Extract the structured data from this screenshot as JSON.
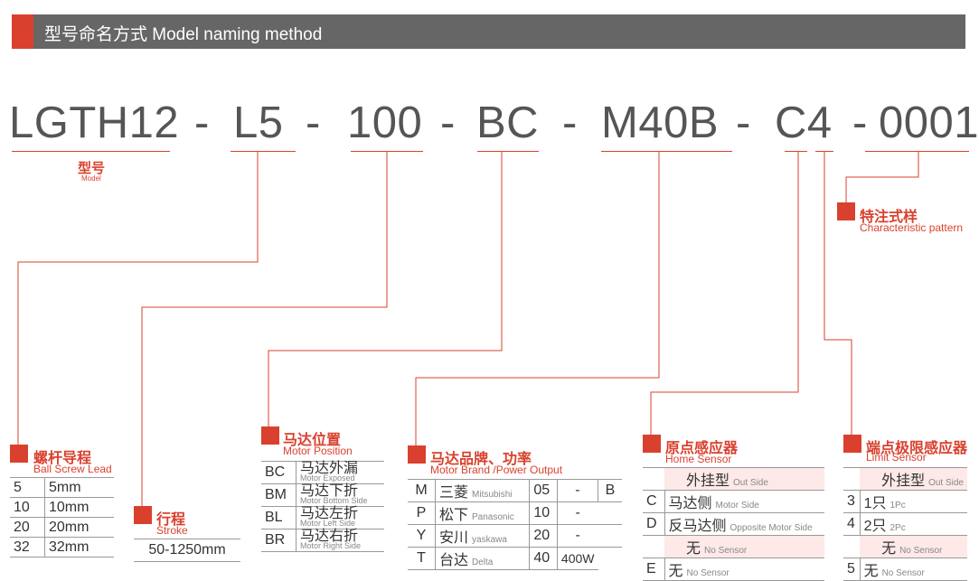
{
  "header": {
    "title": "型号命名方式  Model naming method"
  },
  "code": {
    "model": "LGTH12",
    "lead": "L5",
    "stroke": "100",
    "motor_position": "BC",
    "motor": "M40B",
    "sensor": "C4",
    "special": "0001",
    "dash": "-"
  },
  "model_label": {
    "zh": "型号",
    "en": "Model"
  },
  "ball_screw": {
    "zh": "螺杆导程",
    "en": "Ball Screw Lead",
    "rows": [
      [
        "5",
        "5mm"
      ],
      [
        "10",
        "10mm"
      ],
      [
        "20",
        "20mm"
      ],
      [
        "32",
        "32mm"
      ]
    ]
  },
  "stroke": {
    "zh": "行程",
    "en": "Stroke",
    "value": "50-1250mm"
  },
  "motor_position": {
    "zh": "马达位置",
    "en": "Motor Position",
    "rows": [
      {
        "code": "BC",
        "zh": "马达外漏",
        "en": "Motor Exposed"
      },
      {
        "code": "BM",
        "zh": "马达下折",
        "en": "Motor Bottom Side"
      },
      {
        "code": "BL",
        "zh": "马达左折",
        "en": "Motor Left Side"
      },
      {
        "code": "BR",
        "zh": "马达右折",
        "en": "Motor Right Side"
      }
    ]
  },
  "motor_brand": {
    "zh": "马达品牌、功率",
    "en": "Motor Brand /Power Output",
    "rows": [
      {
        "code": "M",
        "zh": "三菱",
        "en": "Mitsubishi",
        "p": "05",
        "w": "-",
        "x": "B"
      },
      {
        "code": "P",
        "zh": "松下",
        "en": "Panasonic",
        "p": "10",
        "w": "-",
        "x": ""
      },
      {
        "code": "Y",
        "zh": "安川",
        "en": "yaskawa",
        "p": "20",
        "w": "-",
        "x": ""
      },
      {
        "code": "T",
        "zh": "台达",
        "en": "Delta",
        "p": "40",
        "w": "400W",
        "x": ""
      }
    ]
  },
  "home_sensor": {
    "zh": "原点感应器",
    "en": "Home Sensor",
    "rows": [
      {
        "code": "",
        "zh": "外挂型",
        "en": "Out Side"
      },
      {
        "code": "C",
        "zh": "马达侧",
        "en": "Motor Side"
      },
      {
        "code": "D",
        "zh": "反马达侧",
        "en": "Opposite Motor Side"
      },
      {
        "code": "",
        "zh": "无",
        "en": "No Sensor"
      },
      {
        "code": "E",
        "zh": "无",
        "en": "No Sensor"
      }
    ]
  },
  "limit_sensor": {
    "zh": "端点极限感应器",
    "en": "Limit Sensor",
    "rows": [
      {
        "code": "",
        "zh": "外挂型",
        "en": "Out Side"
      },
      {
        "code": "3",
        "zh": "1只",
        "en": "1Pc"
      },
      {
        "code": "4",
        "zh": "2只",
        "en": "2Pc"
      },
      {
        "code": "",
        "zh": "无",
        "en": "No Sensor"
      },
      {
        "code": "5",
        "zh": "无",
        "en": "No Sensor"
      }
    ]
  },
  "characteristic": {
    "zh": "特注式样",
    "en": "Characteristic pattern"
  },
  "colors": {
    "accent": "#d9412e",
    "header_bg": "#666666",
    "pink": "#fde9e7"
  }
}
